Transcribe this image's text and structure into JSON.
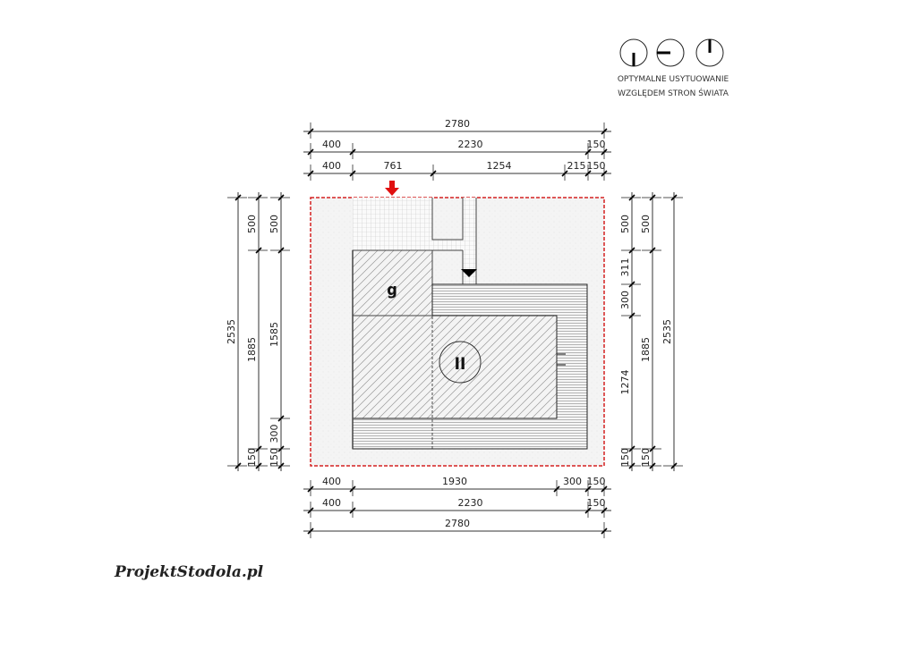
{
  "orientation": {
    "caption_line1": "OPTYMALNE USYTUOWANIE",
    "caption_line2": "WZGLĘDEM STRON ŚWIATA"
  },
  "dimensions": {
    "top": {
      "row1": [
        "2780"
      ],
      "row2": [
        "400",
        "2230",
        "150"
      ],
      "row3": [
        "400",
        "761",
        "1254",
        "215",
        "150"
      ]
    },
    "bottom": {
      "row1": [
        "400",
        "1930",
        "300",
        "150"
      ],
      "row2": [
        "400",
        "2230",
        "150"
      ],
      "row3": [
        "2780"
      ]
    },
    "left": {
      "outer": [
        "2535"
      ],
      "middle": [
        "500",
        "1885",
        "150"
      ],
      "inner": [
        "500",
        "1585",
        "300",
        "150"
      ]
    },
    "right": {
      "inner": [
        "500",
        "311",
        "300",
        "1274",
        "150"
      ],
      "middle": [
        "500",
        "1885",
        "150"
      ],
      "outer": [
        "2535"
      ]
    }
  },
  "labels": {
    "garage": "g",
    "house_type": "II"
  },
  "logo": "ProjektStodola.pl",
  "colors": {
    "plot_border": "#d42020",
    "entry_arrow": "#e01010"
  }
}
